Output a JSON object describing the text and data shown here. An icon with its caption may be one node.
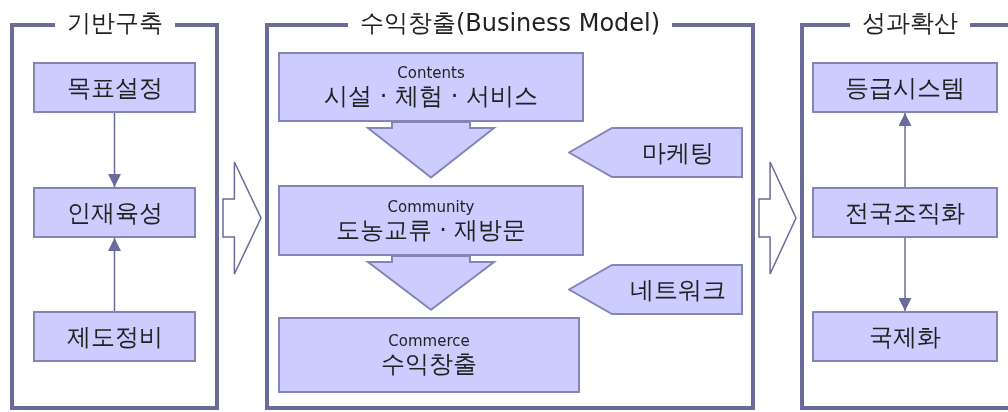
{
  "diagram": {
    "nodes": [
      {
        "text": [
          "기반구축"
        ]
      },
      {
        "text": [
          "목표설정"
        ],
        "in": 0
      },
      {
        "text": [
          "인재육성"
        ],
        "in": 0
      },
      {
        "text": [
          "제도정비"
        ],
        "in": 0
      },
      {
        "text": [
          "수익창출(Business Model)"
        ]
      },
      {
        "text": [
          "Contents",
          "시설 · 체험 · 서비스"
        ],
        "in": 4
      },
      {
        "text": [
          "Community",
          "도농교류 · 재방문"
        ],
        "in": 4
      },
      {
        "text": [
          "Commerce",
          "수익창출"
        ],
        "in": 4
      },
      {
        "text": [
          "마케팅"
        ],
        "in": 4
      },
      {
        "text": [
          "네트워크"
        ],
        "in": 4
      },
      {
        "text": [
          "성과확산"
        ]
      },
      {
        "text": [
          "등급시스템"
        ],
        "in": 10
      },
      {
        "text": [
          "전국조직화"
        ],
        "in": 10
      },
      {
        "text": [
          "국제화"
        ],
        "in": 10
      }
    ],
    "edges": [
      {
        "from": 1,
        "to": 2,
        "arrow": "to"
      },
      {
        "from": 3,
        "to": 2,
        "arrow": "to"
      },
      {
        "from": 0,
        "to": 4,
        "arrow": "to",
        "style": "thick"
      },
      {
        "from": 4,
        "to": 10,
        "arrow": "to",
        "style": "thick"
      },
      {
        "from": 5,
        "to": 6,
        "arrow": "to",
        "style": "thick"
      },
      {
        "from": 6,
        "to": 7,
        "arrow": "to",
        "style": "thick"
      },
      {
        "from": 12,
        "to": 11,
        "arrow": "to"
      },
      {
        "from": 12,
        "to": 13,
        "arrow": "to"
      }
    ]
  }
}
